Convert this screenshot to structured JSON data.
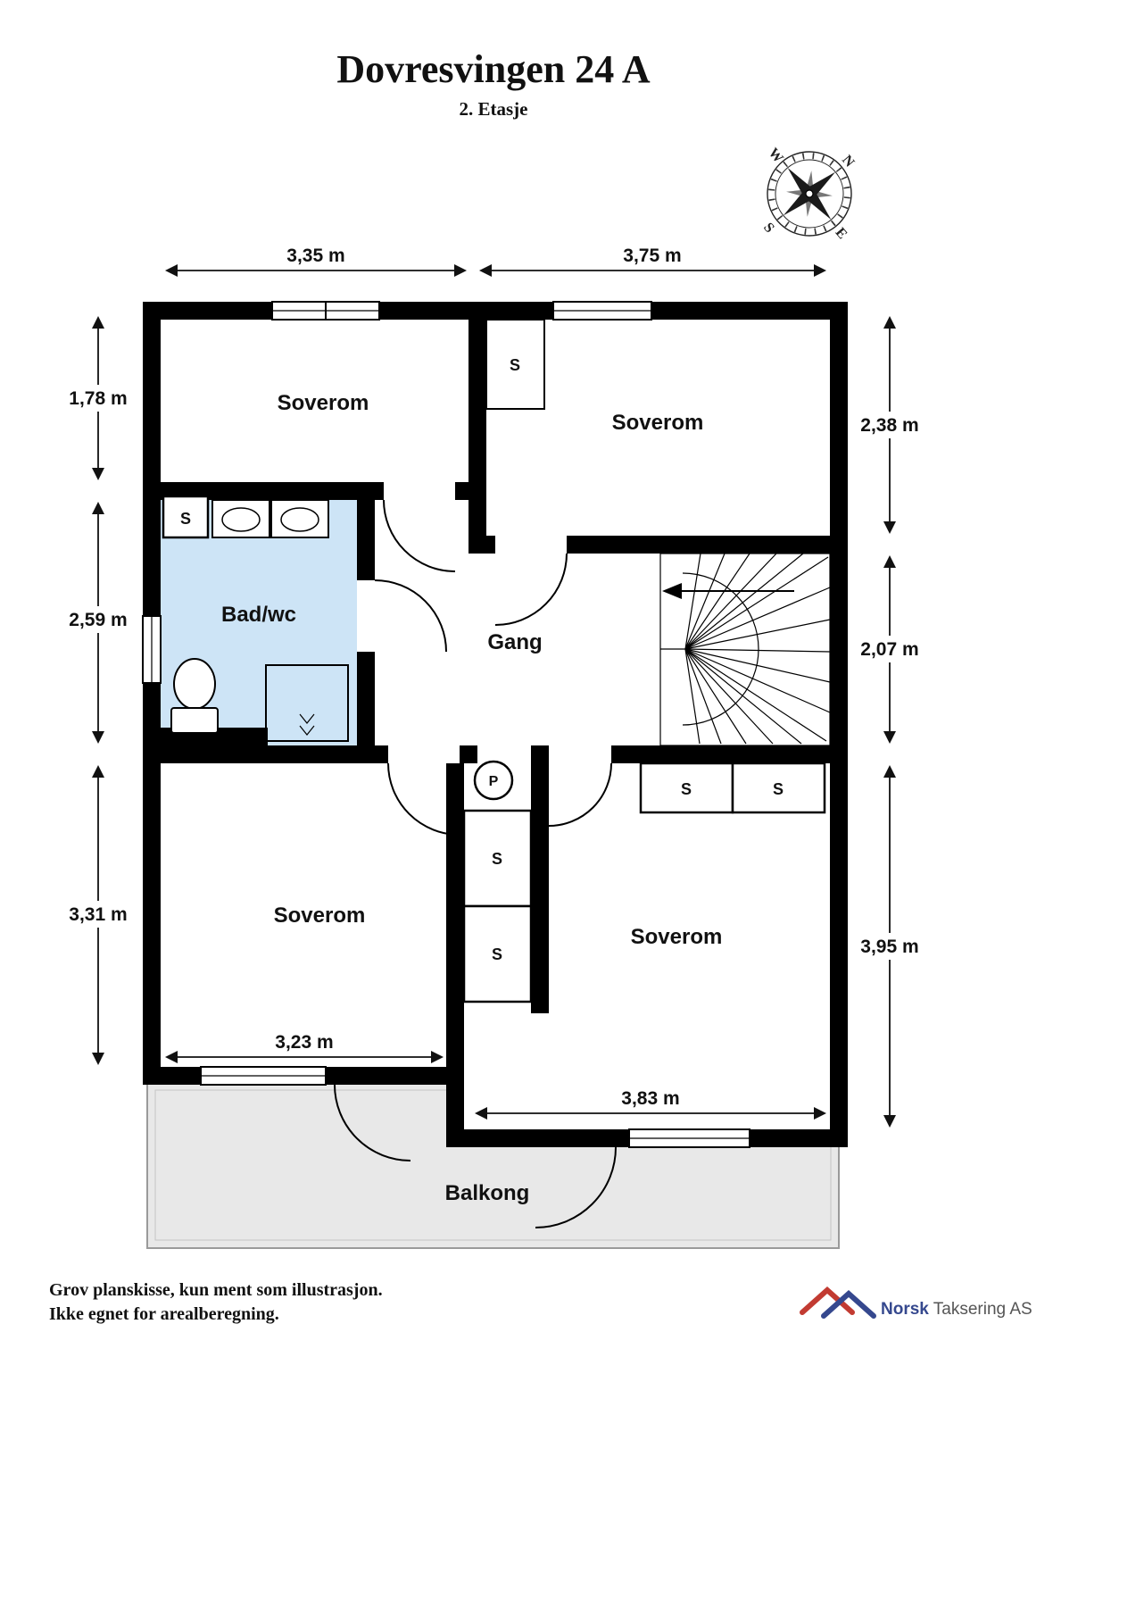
{
  "header": {
    "title": "Dovresvingen 24 A",
    "subtitle": "2. Etasje"
  },
  "compass": {
    "n": "N",
    "e": "E",
    "s": "S",
    "w": "W"
  },
  "rooms": {
    "bedroom_top_left": "Soverom",
    "bedroom_top_right": "Soverom",
    "bathroom": "Bad/wc",
    "hallway": "Gang",
    "bedroom_bottom_left": "Soverom",
    "bedroom_bottom_right": "Soverom",
    "balcony": "Balkong"
  },
  "fixtures": {
    "closet": "S",
    "p_marker": "P"
  },
  "dimensions": {
    "top_left": "3,35 m",
    "top_right": "3,75 m",
    "left_top": "1,78 m",
    "left_middle": "2,59 m",
    "left_bottom": "3,31 m",
    "right_top": "2,38 m",
    "right_middle": "2,07 m",
    "right_bottom": "3,95 m",
    "bottom_left": "3,23 m",
    "bottom_right": "3,83 m"
  },
  "footer": {
    "line1": "Grov planskisse, kun ment som illustrasjon.",
    "line2": "Ikke egnet for arealberegning."
  },
  "logo": {
    "brand": "Norsk",
    "suffix": " Taksering AS"
  },
  "colors": {
    "wall": "#000000",
    "bathroom_fill": "#cde4f6",
    "balcony_fill": "#e8e8e8",
    "logo_red": "#c23b32",
    "logo_blue": "#35488e"
  }
}
